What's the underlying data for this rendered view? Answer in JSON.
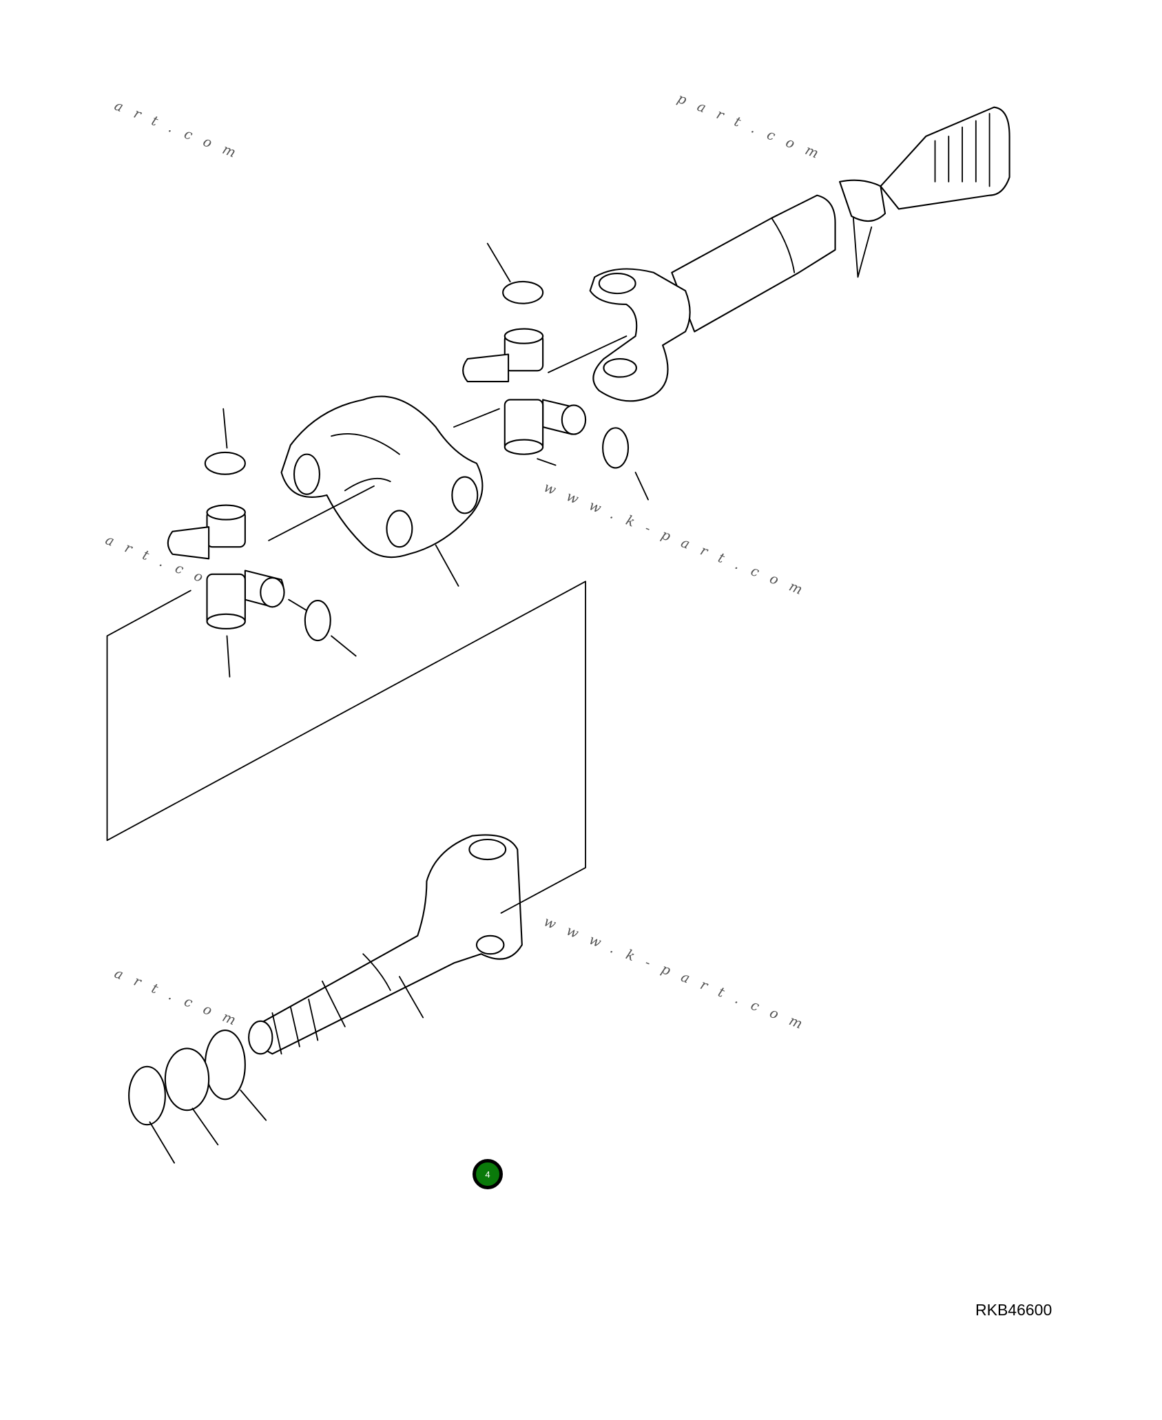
{
  "diagram": {
    "reference_code": "RKB46600",
    "page_badge": {
      "label": "4",
      "color": "#0a7a0a"
    },
    "watermark": "www.k-part.com",
    "watermark_fragments": [
      "art.com",
      "part.com",
      "www.k-part.com",
      "art.com",
      "www.k-part.com",
      "art.com"
    ]
  }
}
